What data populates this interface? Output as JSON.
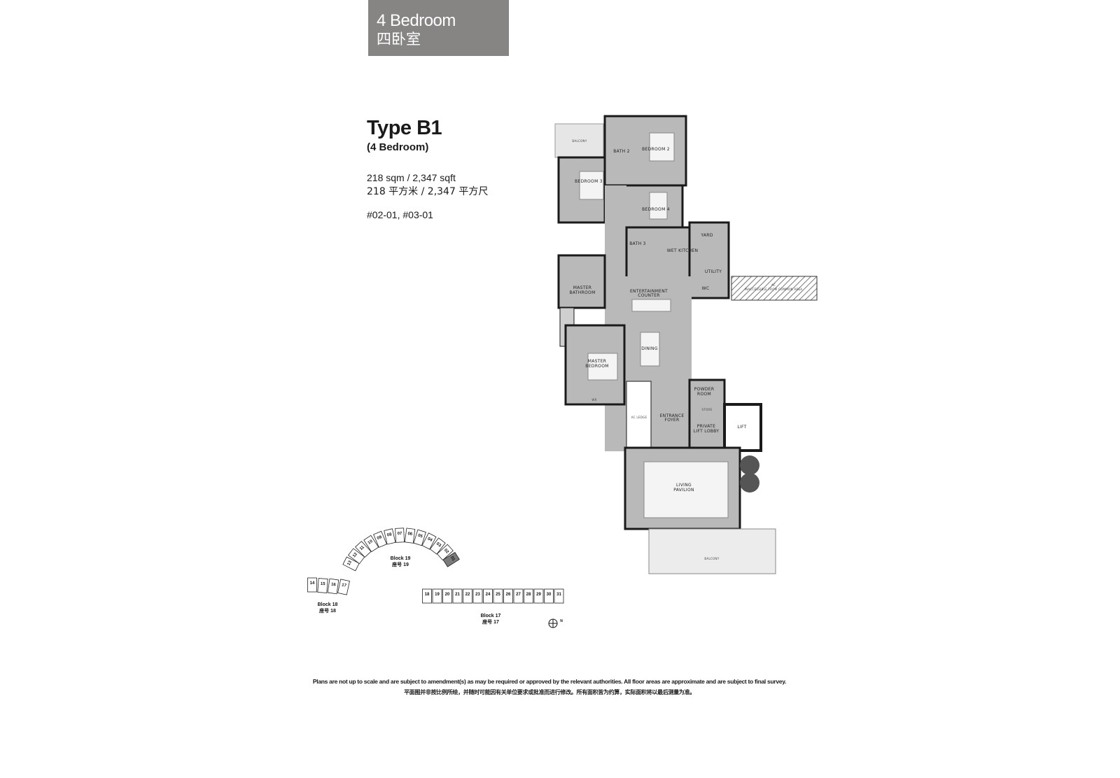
{
  "header": {
    "title_en": "4 Bedroom",
    "title_zh": "四卧室"
  },
  "unit": {
    "type": "Type B1",
    "subtitle": "(4 Bedroom)",
    "area_en": "218 sqm / 2,347 sqft",
    "area_zh": "218 平方米 / 2,347 平方尺",
    "unit_numbers": "#02-01, #03-01"
  },
  "floor_plan": {
    "rooms": {
      "balcony_top": "BALCONY",
      "bath2": "BATH 2",
      "bedroom2": "BEDROOM 2",
      "bedroom3": "BEDROOM 3",
      "bedroom4": "BEDROOM 4",
      "bath3": "BATH 3",
      "wet_kitchen": "WET KITCHEN",
      "yard": "YARD",
      "utility": "UTILITY",
      "wc": "WC",
      "ac_ledge": "AC",
      "ac_note": "INACCESSIBLE FROM COMMON AREA",
      "master_bathroom_1": "MASTER",
      "master_bathroom_2": "BATHROOM",
      "entertainment_1": "ENTERTAINMENT",
      "entertainment_2": "COUNTER",
      "dining": "DINING",
      "master_bedroom_1": "MASTER",
      "master_bedroom_2": "BEDROOM",
      "powder_1": "POWDER",
      "powder_2": "ROOM",
      "store": "STORE",
      "entrance_1": "ENTRANCE",
      "entrance_2": "FOYER",
      "private_lift_1": "PRIVATE",
      "private_lift_2": "LIFT LOBBY",
      "lift": "LIFT",
      "ac_ledge_side": "AC LEDGE",
      "living_1": "LIVING",
      "living_2": "PAVILION",
      "balcony_bottom": "BALCONY",
      "wardrobe": "WR"
    },
    "colors": {
      "room_fill": "#b9b9b9",
      "wall": "#1a1a1a",
      "balcony_fill": "#e6e6e6"
    }
  },
  "site_plan": {
    "block19_units": [
      "02",
      "03",
      "04",
      "05",
      "06",
      "07",
      "08",
      "09",
      "10",
      "11",
      "12",
      "13"
    ],
    "block18_units": [
      "14",
      "15",
      "16",
      "17"
    ],
    "block17_units": [
      "18",
      "19",
      "20",
      "21",
      "22",
      "23",
      "24",
      "25",
      "26",
      "27",
      "28",
      "29",
      "30",
      "31"
    ],
    "highlighted_unit": "01",
    "block19_label_en": "Block 19",
    "block19_label_zh": "座号 19",
    "block18_label_en": "Block 18",
    "block18_label_zh": "座号 18",
    "block17_label_en": "Block 17",
    "block17_label_zh": "座号 17",
    "north_label": "N",
    "highlight_color": "#7a7a7a"
  },
  "footer": {
    "disclaimer_en": "Plans are not up to scale and are subject to amendment(s) as may be required or approved by the relevant authorities. All floor areas are approximate and are subject to final survey.",
    "disclaimer_zh": "平面图并非按比例所绘，并随时可能因有关单位要求或批准而进行修改。所有面积皆为约算，实际面积将以最后测量为准。"
  }
}
